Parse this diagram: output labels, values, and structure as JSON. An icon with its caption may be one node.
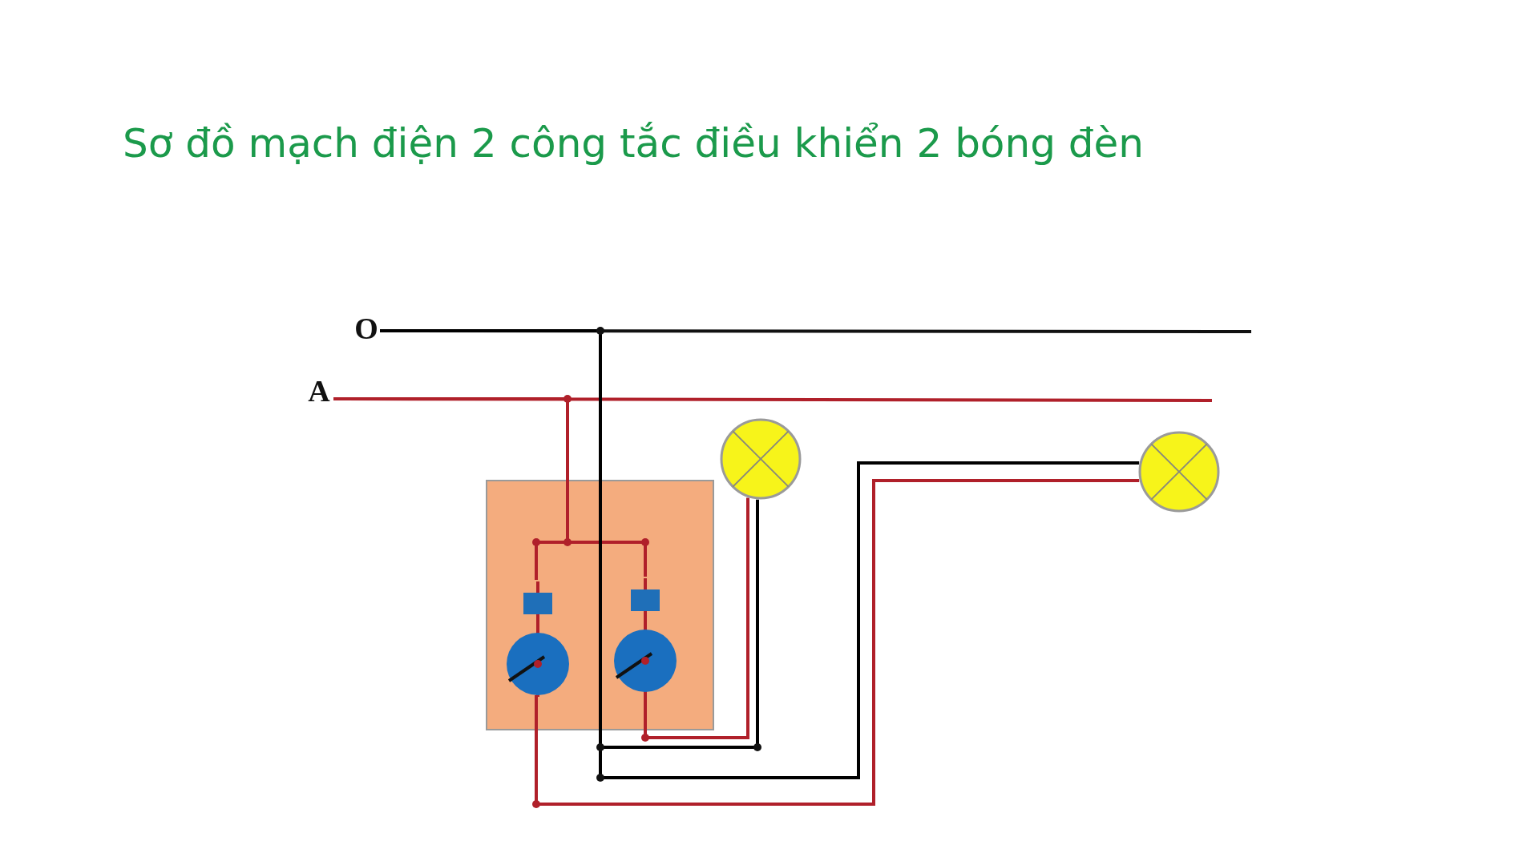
{
  "diagram": {
    "title": "Sơ đồ mạch điện 2 công tắc điều khiển 2 bóng đèn",
    "nodes": [
      {
        "text": [
          "O"
        ]
      },
      {
        "text": [
          "A"
        ]
      },
      {
        "text": [],
        "shape": "box"
      },
      {
        "text": [],
        "shape": "switch",
        "in": 2
      },
      {
        "text": [],
        "shape": "switch",
        "in": 2
      },
      {
        "text": [],
        "shape": "lamp"
      },
      {
        "text": [],
        "shape": "lamp"
      }
    ],
    "edges": [
      {
        "from": 1,
        "to": 3,
        "arrow": "none"
      },
      {
        "from": 1,
        "to": 4,
        "arrow": "none"
      },
      {
        "from": 0,
        "to": 5,
        "arrow": "none",
        "color": "#000000"
      },
      {
        "from": 0,
        "to": 6,
        "arrow": "none",
        "color": "#000000"
      },
      {
        "from": 4,
        "to": 5,
        "arrow": "none"
      },
      {
        "from": 3,
        "to": 6,
        "arrow": "none"
      }
    ]
  }
}
